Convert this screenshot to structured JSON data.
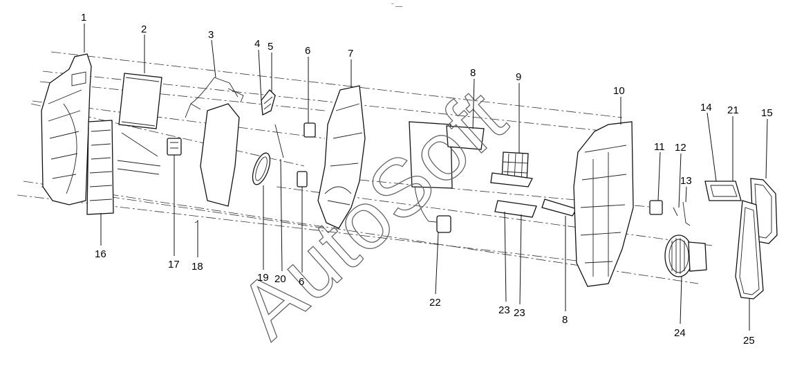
{
  "figure": {
    "top_mark": "ˉ ―",
    "watermark": "AutoSoft",
    "callouts": [
      {
        "id": "c1",
        "label": "1"
      },
      {
        "id": "c2",
        "label": "2"
      },
      {
        "id": "c3",
        "label": "3"
      },
      {
        "id": "c4",
        "label": "4"
      },
      {
        "id": "c5",
        "label": "5"
      },
      {
        "id": "c6a",
        "label": "6"
      },
      {
        "id": "c7",
        "label": "7"
      },
      {
        "id": "c8a",
        "label": "8"
      },
      {
        "id": "c9",
        "label": "9"
      },
      {
        "id": "c10",
        "label": "10"
      },
      {
        "id": "c11",
        "label": "11"
      },
      {
        "id": "c12",
        "label": "12"
      },
      {
        "id": "c13",
        "label": "13"
      },
      {
        "id": "c14",
        "label": "14"
      },
      {
        "id": "c21",
        "label": "21"
      },
      {
        "id": "c15",
        "label": "15"
      },
      {
        "id": "c16",
        "label": "16"
      },
      {
        "id": "c17",
        "label": "17"
      },
      {
        "id": "c18",
        "label": "18"
      },
      {
        "id": "c19",
        "label": "19"
      },
      {
        "id": "c20",
        "label": "20"
      },
      {
        "id": "c6b",
        "label": "6"
      },
      {
        "id": "c22",
        "label": "22"
      },
      {
        "id": "c23a",
        "label": "23"
      },
      {
        "id": "c23b",
        "label": "23"
      },
      {
        "id": "c8b",
        "label": "8"
      },
      {
        "id": "c24",
        "label": "24"
      },
      {
        "id": "c25",
        "label": "25"
      }
    ]
  }
}
